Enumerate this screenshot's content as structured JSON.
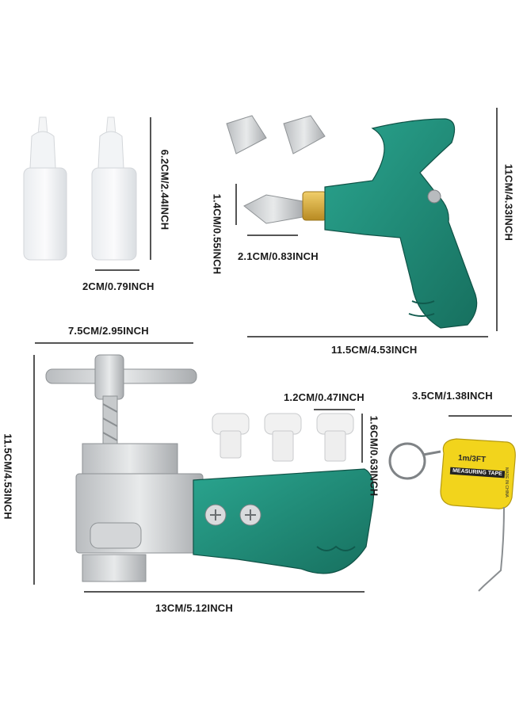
{
  "labels": {
    "bottle_height": "6.2CM/2.44INCH",
    "bottle_width": "2CM/0.79INCH",
    "cutter_height": "11CM/4.33INCH",
    "cutter_width": "11.5CM/4.53INCH",
    "blade_height": "1.4CM/0.55INCH",
    "blade_width": "2.1CM/0.83INCH",
    "plier_handle_bar": "7.5CM/2.95INCH",
    "plier_height": "11.5CM/4.53INCH",
    "plier_width": "13CM/5.12INCH",
    "cap_width": "1.2CM/0.47INCH",
    "cap_height": "1.6CM/0.63INCH",
    "tape_width": "3.5CM/1.38INCH"
  },
  "tape_measure": {
    "brand_line": "1m/3FT",
    "label_line": "MEASURING TAPE",
    "origin_line": "MADE IN CHINA"
  },
  "colors": {
    "handle_teal": "#1f8a78",
    "tape_yellow": "#f2d41c",
    "metal": "#c9ccce"
  }
}
